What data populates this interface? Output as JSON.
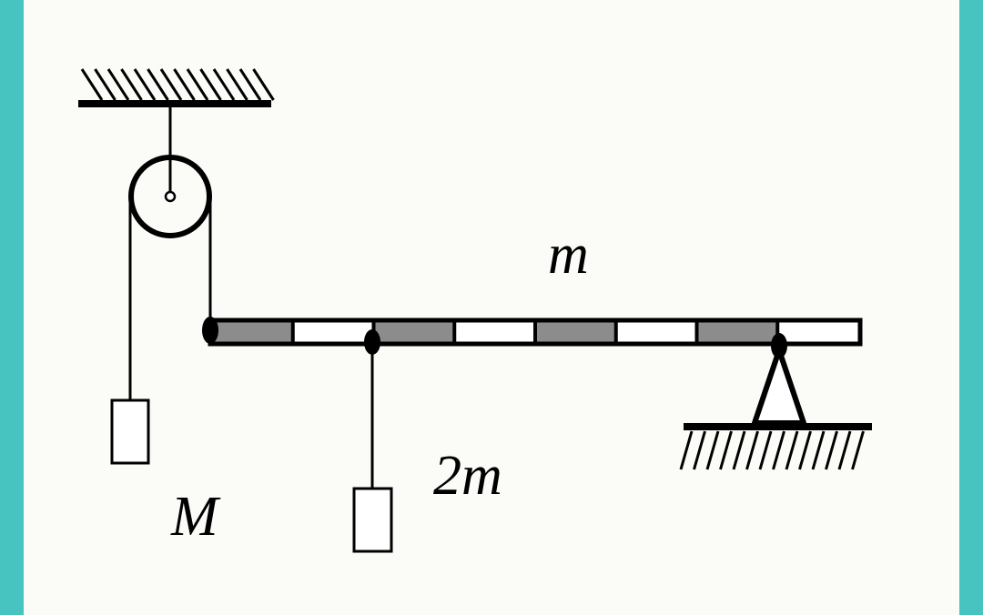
{
  "colors": {
    "frame": "#48c4c0",
    "background": "#fbfbf8",
    "ink": "#000000",
    "rod_dark_segment": "#8c8c8c",
    "rod_light_segment": "#ffffff"
  },
  "labels": {
    "rod_mass": "m",
    "hanging_mass": "2m",
    "pulley_mass": "M"
  },
  "rod": {
    "segments": 8
  }
}
